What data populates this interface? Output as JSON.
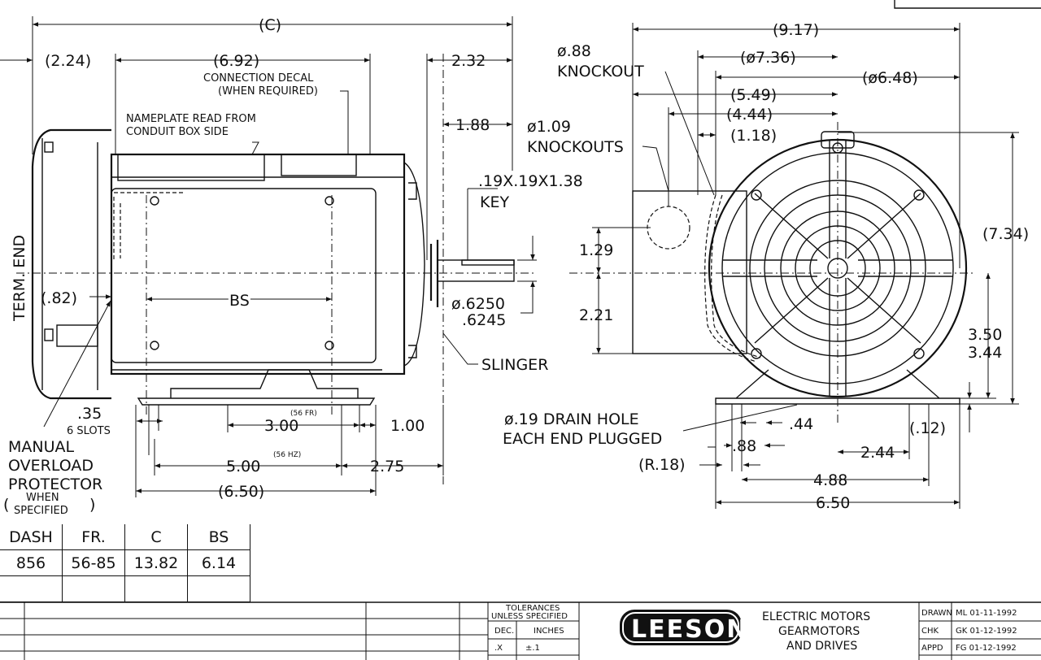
{
  "side_view": {
    "dim_c": "(C)",
    "dim_2_24": "(2.24)",
    "dim_6_92": "(6.92)",
    "connection_decal": "CONNECTION DECAL",
    "when_required": "(WHEN REQUIRED)",
    "nameplate_line1": "NAMEPLATE READ FROM",
    "nameplate_line2": "CONDUIT BOX SIDE",
    "dim_2_32": "2.32",
    "dim_1_88": "1.88",
    "key_spec": ".19X.19X1.38",
    "key_label": "KEY",
    "term_end": "TERM. END",
    "dim_82": "(.82)",
    "bs_label": "BS",
    "shaft_dia_1": "ø.6250",
    "shaft_dia_2": ".6245",
    "slinger": "SLINGER",
    "dim_35": ".35",
    "six_slots": "6 SLOTS",
    "fr_note": "(56 FR)",
    "dim_3_00": "3.00",
    "dim_1_00": "1.00",
    "hz_note": "(56 HZ)",
    "dim_5_00": "5.00",
    "dim_2_75": "2.75",
    "dim_6_50": "(6.50)",
    "manual": "MANUAL",
    "overload": "OVERLOAD",
    "protector": "PROTECTOR",
    "when": "WHEN",
    "specified": "SPECIFIED"
  },
  "end_view": {
    "dim_9_17": "(9.17)",
    "knockout_dia": "ø.88",
    "knockout": "KNOCKOUT",
    "dim_7_36": "(ø7.36)",
    "dim_6_48": "(ø6.48)",
    "dim_5_49": "(5.49)",
    "dim_4_44": "(4.44)",
    "dim_1_18": "(1.18)",
    "knockouts_dia": "ø1.09",
    "knockouts": "KNOCKOUTS",
    "dim_1_29": "1.29",
    "dim_2_21": "2.21",
    "dim_7_34": "(7.34)",
    "dim_3_50": "3.50",
    "dim_3_44": "3.44",
    "drain_line1": "ø.19 DRAIN HOLE",
    "drain_line2": "EACH END PLUGGED",
    "dim_44": ".44",
    "dim_12": "(.12)",
    "dim_88": ".88",
    "dim_2_44": "2.44",
    "dim_r18": "(R.18)",
    "dim_4_88": "4.88",
    "dim_6_50b": "6.50"
  },
  "dash_table": {
    "headers": [
      "DASH",
      "FR.",
      "C",
      "BS"
    ],
    "row": [
      "856",
      "56-85",
      "13.82",
      "6.14"
    ]
  },
  "title_block": {
    "tolerances_1": "TOLERANCES",
    "tolerances_2": "UNLESS SPECIFIED",
    "dec": "DEC.",
    "inches": "INCHES",
    "x": ".X",
    "pm": "±.1",
    "logo": "LEESON",
    "company_1": "ELECTRIC MOTORS",
    "company_2": "GEARMOTORS",
    "company_3": "AND DRIVES",
    "drawn_label": "DRAWN",
    "drawn_val": "ML 01-11-1992",
    "chk_label": "CHK",
    "chk_val": "GK 01-12-1992",
    "appd_label": "APPD",
    "appd_val": "FG 01-12-1992"
  }
}
